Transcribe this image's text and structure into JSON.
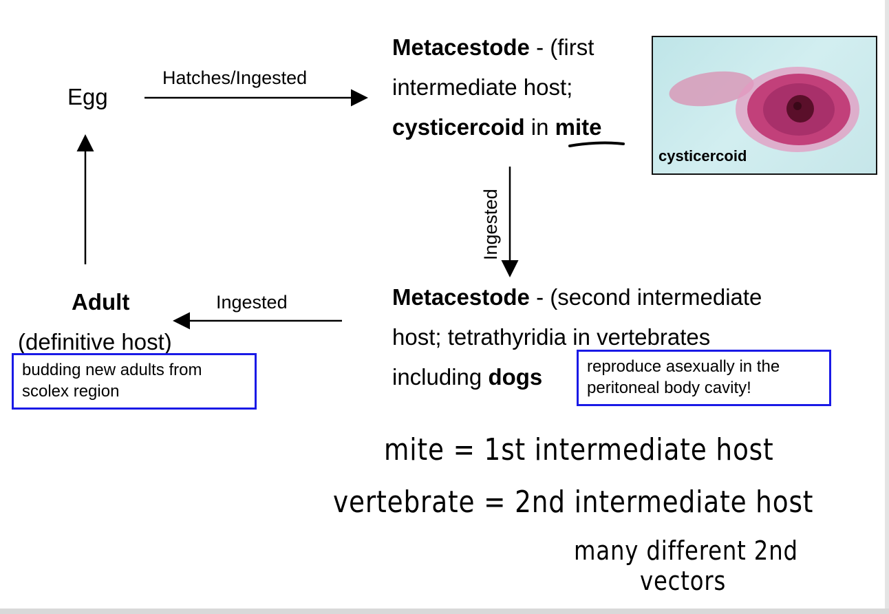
{
  "nodes": {
    "egg": "Egg",
    "meta1": {
      "line1_bold": "Metacestode",
      "line1_rest": " - (first",
      "line2": "intermediate host;",
      "line3_bold": "cysticercoid",
      "line3_mid": " in ",
      "line3_mite": "mite"
    },
    "meta2": {
      "line1_bold": "Metacestode",
      "line1_rest": " - (second intermediate",
      "line2": "host; tetrathyridia in vertebrates",
      "line3_pre": "including ",
      "line3_bold": "dogs"
    },
    "adult": {
      "title": "Adult",
      "subtitle": "(definitive host)"
    }
  },
  "edges": {
    "egg_to_meta1": "Hatches/Ingested",
    "meta1_to_meta2": "Ingested",
    "meta2_to_adult": "Ingested"
  },
  "notes": {
    "adult_box": "budding new adults from scolex region",
    "dogs_box": "reproduce asexually in the peritoneal body cavity!"
  },
  "photo": {
    "caption": "cysticercoid"
  },
  "handwritten": {
    "line1": "mite = 1st intermediate host",
    "line2": "vertebrate = 2nd intermediate host",
    "line3": "many different 2nd",
    "line4": "vectors"
  },
  "colors": {
    "box_border": "#1a1ae6",
    "photo_bg": "#c9e9ec",
    "specimen": "#c2407a"
  }
}
